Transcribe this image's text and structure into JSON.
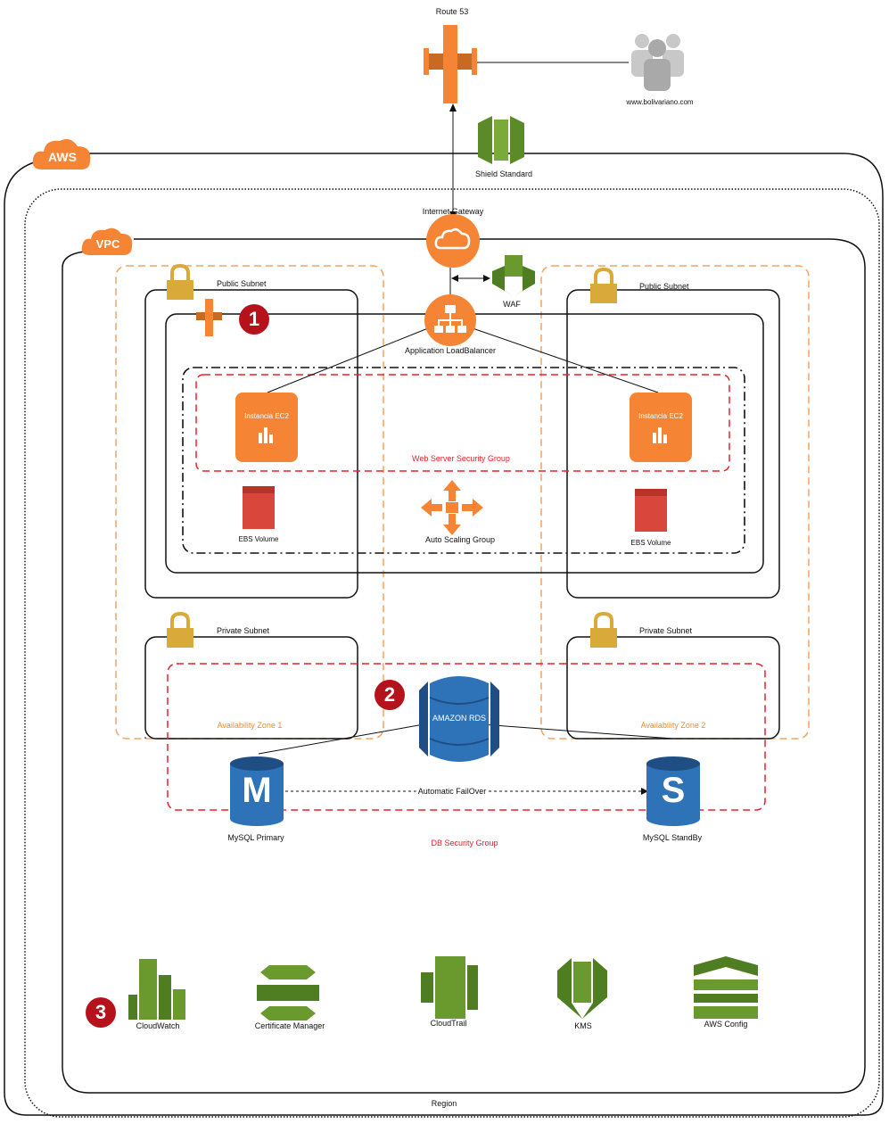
{
  "route53": {
    "label": "Route 53"
  },
  "users": {
    "label": "www.bolivariano.com"
  },
  "shield": {
    "label": "Shield Standard"
  },
  "aws_tag": {
    "label": "AWS"
  },
  "vpc_tag": {
    "label": "VPC"
  },
  "region": {
    "label": "Region"
  },
  "igw": {
    "label": "Internet Gateway"
  },
  "waf": {
    "label": "WAF"
  },
  "alb": {
    "label": "Application LoadBalancer"
  },
  "public_subnet_1": {
    "label": "Public Subnet"
  },
  "public_subnet_2": {
    "label": "Public Subnet"
  },
  "private_subnet_1": {
    "label": "Private Subnet"
  },
  "private_subnet_2": {
    "label": "Private Subnet"
  },
  "ec2_1": {
    "label": "Instancia EC2"
  },
  "ec2_2": {
    "label": "Instancia EC2"
  },
  "web_sg": {
    "label": "Web Server Security Group"
  },
  "ebs_1": {
    "label": "EBS Volume"
  },
  "ebs_2": {
    "label": "EBS Volume"
  },
  "asg": {
    "label": "Auto Scaling Group"
  },
  "rds": {
    "label": "AMAZON RDS"
  },
  "mysql_primary": {
    "label": "MySQL Primary",
    "glyph": "M"
  },
  "mysql_standby": {
    "label": "MySQL StandBy",
    "glyph": "S"
  },
  "failover": {
    "label": "Automatic FailOver"
  },
  "db_sg": {
    "label": "DB Security Group"
  },
  "az1": {
    "label": "Availability Zone 1"
  },
  "az2": {
    "label": "Availability Zone 2"
  },
  "badges": {
    "one": "1",
    "two": "2",
    "three": "3"
  },
  "services": {
    "cloudwatch": "CloudWatch",
    "cert_manager": "Certificate Manager",
    "cloudtrail": "CloudTrail",
    "kms": "KMS",
    "aws_config": "AWS Config"
  },
  "colors": {
    "aws_orange": "#f58534",
    "aws_green": "#6a9a2e",
    "rds_blue": "#2e73b8",
    "sg_red": "#e8202a",
    "az_orange": "#f4a261",
    "lock_gold": "#d9a93a",
    "ebs_red": "#d9473c"
  }
}
